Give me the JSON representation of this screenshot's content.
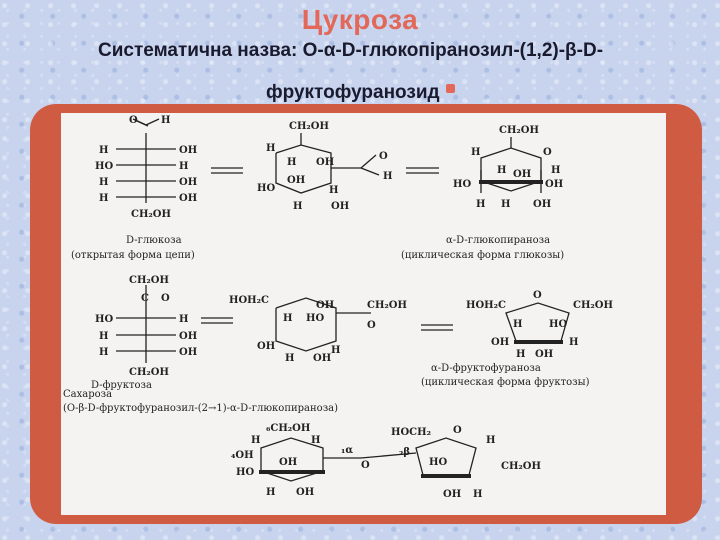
{
  "slide": {
    "title": "Цукроза",
    "subtitle_line1": "Систематична назва: О-α-D-глюкопіранозил-(1,2)-β-D-",
    "subtitle_line2": "фруктофуранозид",
    "accent_color": "#e2685a",
    "frame_color": "#cf5c42"
  },
  "figure": {
    "glucose": {
      "open_top": [
        "O",
        "H"
      ],
      "open_rows": [
        [
          "H",
          "OH"
        ],
        [
          "HO",
          "H"
        ],
        [
          "H",
          "OH"
        ],
        [
          "H",
          "OH"
        ]
      ],
      "open_bottom": "CH₂OH",
      "caption_name": "D-глюкоза",
      "caption_form": "(открытая форма цепи)",
      "pseudo_top": "CH₂OH",
      "pseudo_labels": [
        "H",
        "OH",
        "H",
        "HO",
        "OH",
        "H",
        "H",
        "OH",
        "O",
        "H"
      ],
      "ring_top": "CH₂OH",
      "ring_labels": [
        "H",
        "O",
        "H",
        "OH",
        "H",
        "HO",
        "OH",
        "H",
        "OH",
        "H"
      ],
      "ring_caption_name": "α-D-глюкопираноза",
      "ring_caption_form": "(циклическая форма глюкозы)"
    },
    "fructose": {
      "open_top": "CH₂OH",
      "open_co": [
        "C",
        "O"
      ],
      "open_rows": [
        [
          "HO",
          "H"
        ],
        [
          "H",
          "OH"
        ],
        [
          "H",
          "OH"
        ]
      ],
      "open_bottom": "CH₂OH",
      "caption_name": "D-фруктоза",
      "pseudo_labels": [
        "HOH₂C",
        "OH",
        "CH₂OH",
        "H",
        "HO",
        "OH",
        "H",
        "OH",
        "H",
        "O"
      ],
      "ring_labels": [
        "HOH₂C",
        "O",
        "CH₂OH",
        "H",
        "HO",
        "OH",
        "H",
        "OH",
        "H"
      ],
      "ring_caption_name": "α-D-фруктофураноза",
      "ring_caption_form": "(циклическая форма фруктозы)"
    },
    "sucrose": {
      "caption_name": "Сахароза",
      "caption_full": "(О-β-D-фруктофуранозил-(2→1)-α-D-глюкопираноза)",
      "glucose_labels": [
        "₆CH₂OH",
        "H",
        "H",
        "₄OH",
        "OH",
        "HO",
        "H",
        "OH",
        "₁α",
        "O"
      ],
      "fructose_labels": [
        "HOCH₂",
        "O",
        "H",
        "HO",
        "CH₂OH",
        "OH",
        "H",
        "₂β"
      ]
    }
  }
}
